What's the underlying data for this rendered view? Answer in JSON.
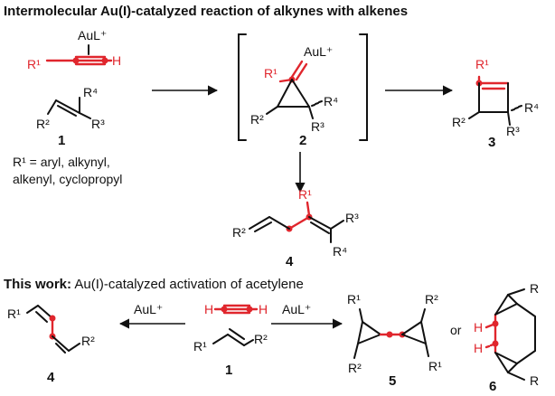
{
  "header": {
    "top_title": "Intermolecular Au(I)-catalyzed reaction of alkynes with alkenes",
    "bottom_bold": "This work:",
    "bottom_rest": " Au(I)-catalyzed activation of acetylene"
  },
  "labels": {
    "aul_plus": "AuL⁺",
    "r1": "R¹",
    "r2": "R²",
    "r3": "R³",
    "r4": "R⁴",
    "h": "H",
    "r": "R",
    "or": "or",
    "r1_def_line1": "R¹ = aryl, alkynyl,",
    "r1_def_line2": "alkenyl, cyclopropyl"
  },
  "compounds": {
    "c1": "1",
    "c2": "2",
    "c3": "3",
    "c4": "4",
    "c5": "5",
    "c6": "6"
  },
  "colors": {
    "accent": "#e0262d",
    "ink": "#111111"
  }
}
